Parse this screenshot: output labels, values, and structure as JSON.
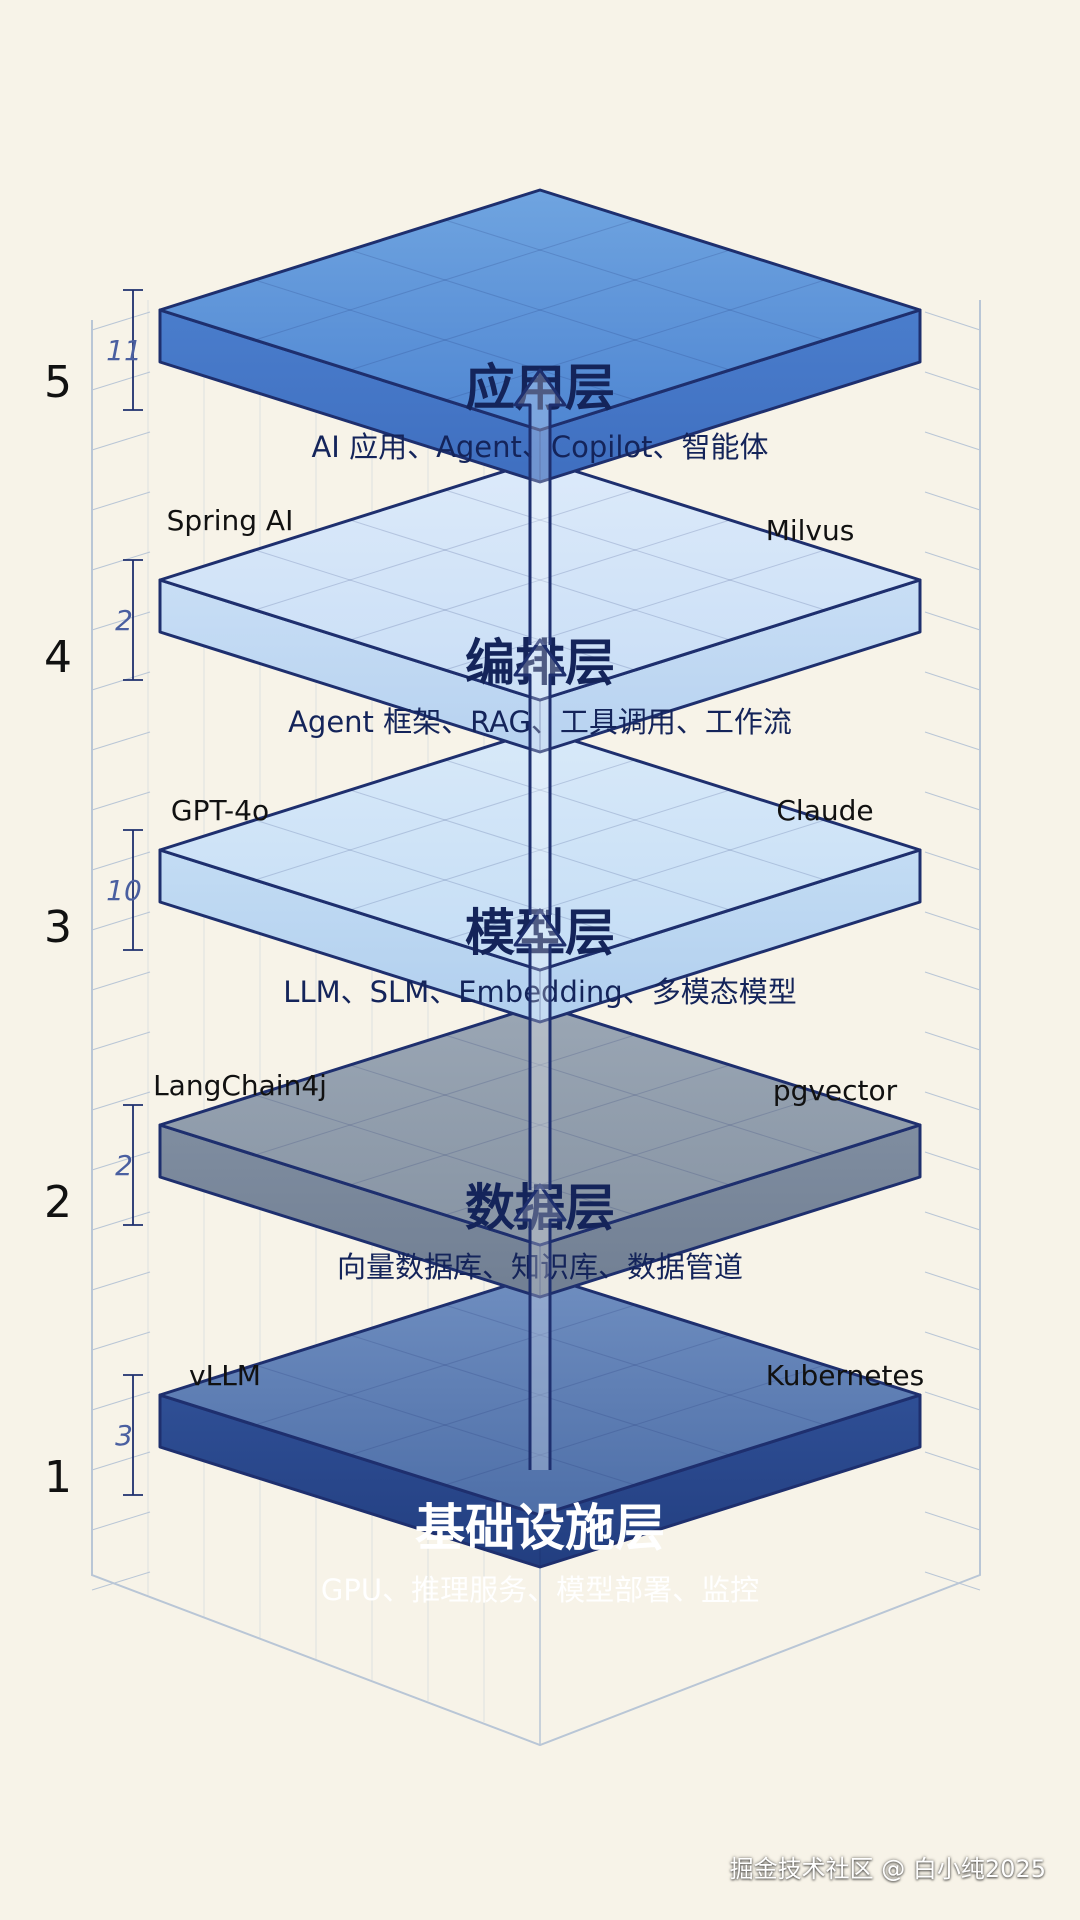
{
  "layers": [
    {
      "index": "5",
      "title": "应用层",
      "subtitle": "AI 应用、Agent、Copilot、智能体",
      "scale_mark": "11",
      "colors": {
        "top": "#6fa4e0",
        "top2": "#4f86d2",
        "side": "#4a7dcc",
        "side2": "#3f6fc0",
        "title": "#14245a",
        "sub": "#14245a"
      }
    },
    {
      "index": "4",
      "title": "编排层",
      "subtitle": "Agent 框架、RAG、工具调用、工作流",
      "scale_mark": "2",
      "colors": {
        "top": "#dceafa",
        "top2": "#c9def6",
        "side": "#c8def5",
        "side2": "#b7d2f0",
        "title": "#14245a",
        "sub": "#14245a"
      }
    },
    {
      "index": "3",
      "title": "模型层",
      "subtitle": "LLM、SLM、Embedding、多模态模型",
      "scale_mark": "10",
      "colors": {
        "top": "#d8e9f9",
        "top2": "#c4ddf5",
        "side": "#c3dcf4",
        "side2": "#b1cfee",
        "title": "#14245a",
        "sub": "#14245a"
      }
    },
    {
      "index": "2",
      "title": "数据层",
      "subtitle": "向量数据库、知识库、数据管道",
      "scale_mark": "2",
      "colors": {
        "top": "#9aa6b4",
        "top2": "#8794a4",
        "side": "#7f8da0",
        "side2": "#717f93",
        "title": "#14245a",
        "sub": "#14245a"
      }
    },
    {
      "index": "1",
      "title": "基础设施层",
      "subtitle": "GPU、推理服务、模型部署、监控",
      "scale_mark": "3",
      "colors": {
        "top": "#6f8ec0",
        "top2": "#4e6fa8",
        "side": "#2f4f95",
        "side2": "#223e80",
        "title": "#ffffff",
        "sub": "#ffffff"
      }
    }
  ],
  "tools": {
    "left": [
      "Spring AI",
      "GPT-4o",
      "LangChain4j",
      "vLLM"
    ],
    "right": [
      "Milvus",
      "Claude",
      "pgvector",
      "Kubernetes"
    ]
  },
  "colors": {
    "background": "#f7f3e8",
    "outline": "#1e2f6e",
    "grid": "#b9c6d6",
    "arrow": "#1e2f6e"
  },
  "watermark": "掘金技术社区 @ 白小纯2025"
}
